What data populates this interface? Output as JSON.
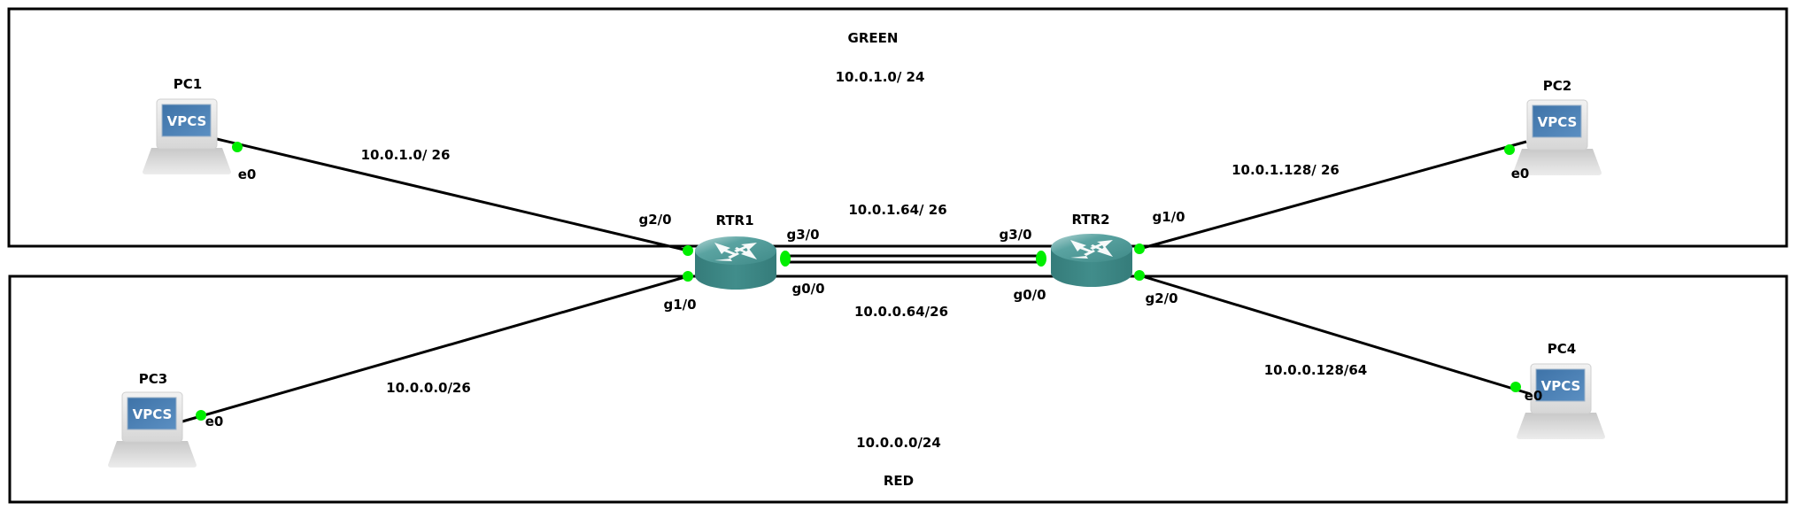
{
  "zones": [
    {
      "id": "green",
      "name": "GREEN",
      "subnet": "10.0.1.0/ 24"
    },
    {
      "id": "red",
      "name": "RED",
      "subnet": "10.0.0.0/24"
    }
  ],
  "nodes": {
    "pc1": {
      "label": "PC1",
      "type": "vpcs",
      "icon_text": "VPCS"
    },
    "pc2": {
      "label": "PC2",
      "type": "vpcs",
      "icon_text": "VPCS"
    },
    "pc3": {
      "label": "PC3",
      "type": "vpcs",
      "icon_text": "VPCS"
    },
    "pc4": {
      "label": "PC4",
      "type": "vpcs",
      "icon_text": "VPCS"
    },
    "rtr1": {
      "label": "RTR1",
      "type": "router"
    },
    "rtr2": {
      "label": "RTR2",
      "type": "router"
    }
  },
  "links": [
    {
      "id": "pc1-rtr1",
      "subnet": "10.0.1.0/ 26",
      "a_port": "e0",
      "b_port": "g2/0"
    },
    {
      "id": "pc3-rtr1",
      "subnet": "10.0.0.0/26",
      "a_port": "e0",
      "b_port": "g1/0"
    },
    {
      "id": "rtr1-rtr2-g3",
      "subnet": "10.0.1.64/ 26",
      "a_port": "g3/0",
      "b_port": "g3/0"
    },
    {
      "id": "rtr1-rtr2-g0",
      "subnet": "10.0.0.64/26",
      "a_port": "g0/0",
      "b_port": "g0/0"
    },
    {
      "id": "rtr2-pc2",
      "subnet": "10.0.1.128/ 26",
      "a_port": "g1/0",
      "b_port": "e0"
    },
    {
      "id": "rtr2-pc4",
      "subnet": "10.0.0.128/64",
      "a_port": "g2/0",
      "b_port": "e0"
    }
  ],
  "colors": {
    "port_up": "#00ee00",
    "router_body": "#3f8a88",
    "router_top": "#5aa3a1",
    "vpcs_screen": "#4a7fb3"
  }
}
